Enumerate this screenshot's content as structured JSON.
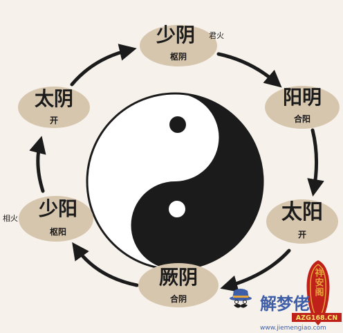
{
  "colors": {
    "background": "#f6f1ea",
    "node_fill": "#d7c6ae",
    "ink": "#1b1b1b",
    "watermark_red": "#c0201a",
    "watermark_orange": "#e8a53a",
    "watermark_blue": "#3f5ea8"
  },
  "center_symbol": "yin-yang",
  "nodes": [
    {
      "id": "shaoyin-top",
      "title": "少阴",
      "sub": "枢阴",
      "note": "君火"
    },
    {
      "id": "yangming",
      "title": "阳明",
      "sub": "合阳",
      "note": ""
    },
    {
      "id": "taiyang",
      "title": "太阳",
      "sub": "开",
      "note": ""
    },
    {
      "id": "jueyin",
      "title": "厥阴",
      "sub": "合阴",
      "note": ""
    },
    {
      "id": "shaoyang",
      "title": "少阳",
      "sub": "枢阳",
      "note": "相火"
    },
    {
      "id": "taiyin",
      "title": "太阴",
      "sub": "开",
      "note": ""
    }
  ],
  "cycle_direction": "clockwise",
  "watermark": {
    "stamp_text": "祥安阁",
    "brand_text": "解梦佬",
    "domain_text": "AZG168.CN",
    "url_text": "www.jiemengiao.com",
    "icon": "detective-hat-mustache-icon"
  }
}
